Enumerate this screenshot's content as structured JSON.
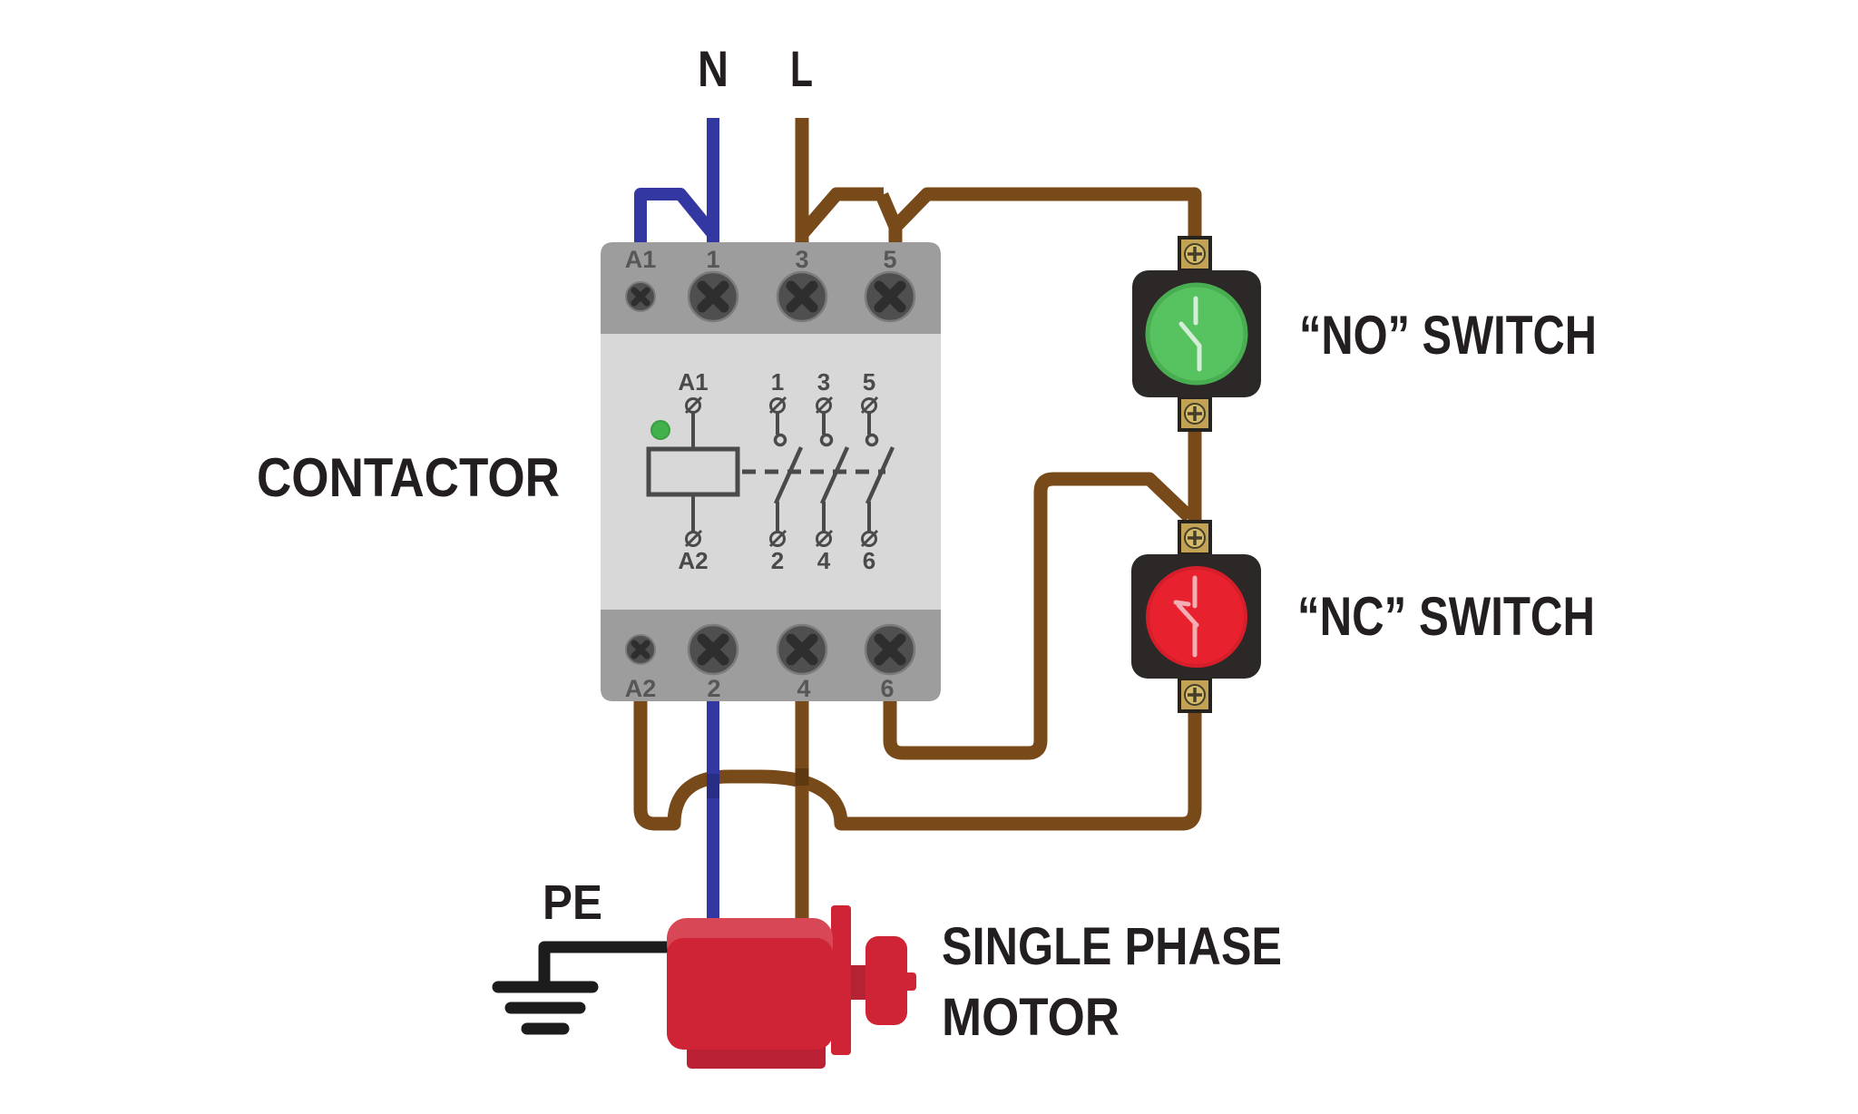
{
  "labels": {
    "neutral": "N",
    "line": "L",
    "pe": "PE"
  },
  "contactor": {
    "name_label": "CONTACTOR",
    "top_terminals": [
      "A1",
      "1",
      "3",
      "5"
    ],
    "bottom_terminals": [
      "A2",
      "2",
      "4",
      "6"
    ],
    "schematic": {
      "coil_top": "A1",
      "coil_bottom": "A2",
      "poles_top": [
        "1",
        "3",
        "5"
      ],
      "poles_bottom": [
        "2",
        "4",
        "6"
      ]
    }
  },
  "switches": {
    "no_label": "“NO” SWITCH",
    "nc_label": "“NC” SWITCH"
  },
  "motor": {
    "line1": "SINGLE PHASE",
    "line2": "MOTOR"
  },
  "colors": {
    "wire_brown": "#784A1A",
    "wire_brown_overlap": "#5C3910",
    "wire_blue": "#3337A2",
    "wire_blue_overlap": "#2A2D86",
    "pe_black": "#1C1C1C",
    "contactor_body": "#D8D8D8",
    "contactor_strip": "#9D9D9D",
    "button_body": "#2B2827",
    "button_green": "#57C260",
    "button_red": "#E8212E",
    "brass": "#C2A355",
    "motor_red": "#CE2435",
    "motor_red_light": "#D84755",
    "motor_red_dark": "#BB2134",
    "text": "#231F20"
  }
}
